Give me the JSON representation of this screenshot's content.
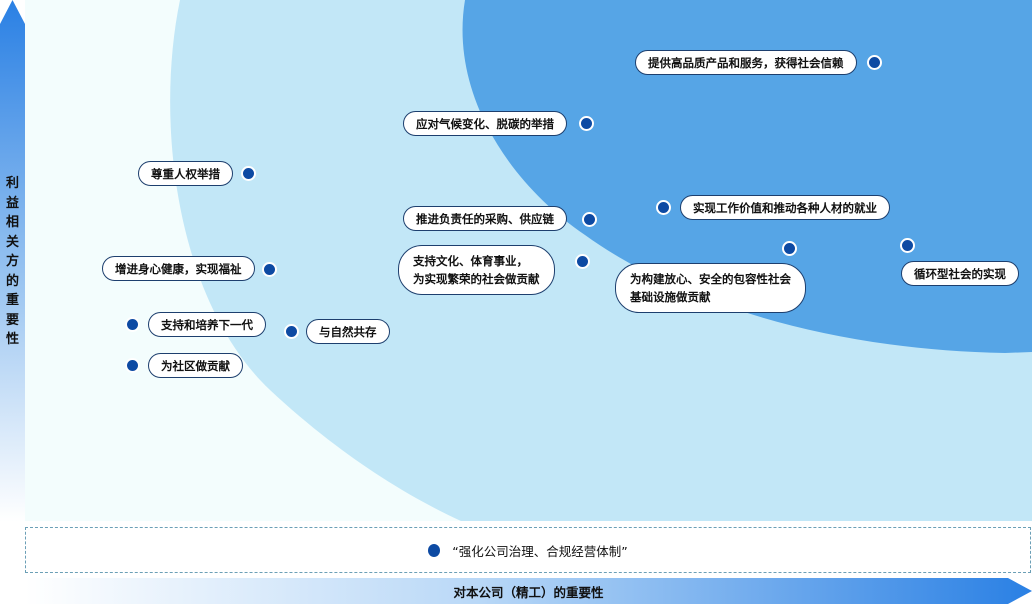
{
  "axes": {
    "y_label": [
      "利",
      "益",
      "相",
      "关",
      "方",
      "的",
      "重",
      "要",
      "性"
    ],
    "x_label": "对本公司（精工）的重要性"
  },
  "colors": {
    "background": "#f3fdfd",
    "zone_mid": "#c2e7f7",
    "zone_high": "#56a5e6",
    "dot": "#0d4aa3",
    "axis_blue": "#2a80e4",
    "bubble_border": "#1d3f6e"
  },
  "items": [
    {
      "id": "quality",
      "lines": [
        "提供高品质产品和服务，获得社会信赖"
      ]
    },
    {
      "id": "climate",
      "lines": [
        "应对气候变化、脱碳的举措"
      ]
    },
    {
      "id": "human-rights",
      "lines": [
        "尊重人权举措"
      ]
    },
    {
      "id": "procurement",
      "lines": [
        "推进负责任的采购、供应链"
      ]
    },
    {
      "id": "work-value",
      "lines": [
        "实现工作价值和推动各种人材的就业"
      ]
    },
    {
      "id": "health",
      "lines": [
        "增进身心健康，实现福祉"
      ]
    },
    {
      "id": "culture",
      "lines": [
        "支持文化、体育事业，",
        "为实现繁荣的社会做贡献"
      ]
    },
    {
      "id": "infrastructure",
      "lines": [
        "为构建放心、安全的包容性社会",
        "基础设施做贡献"
      ]
    },
    {
      "id": "circular",
      "lines": [
        "循环型社会的实现"
      ]
    },
    {
      "id": "next-gen",
      "lines": [
        "支持和培养下一代"
      ]
    },
    {
      "id": "nature",
      "lines": [
        "与自然共存"
      ]
    },
    {
      "id": "community",
      "lines": [
        "为社区做贡献"
      ]
    }
  ],
  "governance": {
    "text": "“强化公司治理、合规经营体制”"
  }
}
